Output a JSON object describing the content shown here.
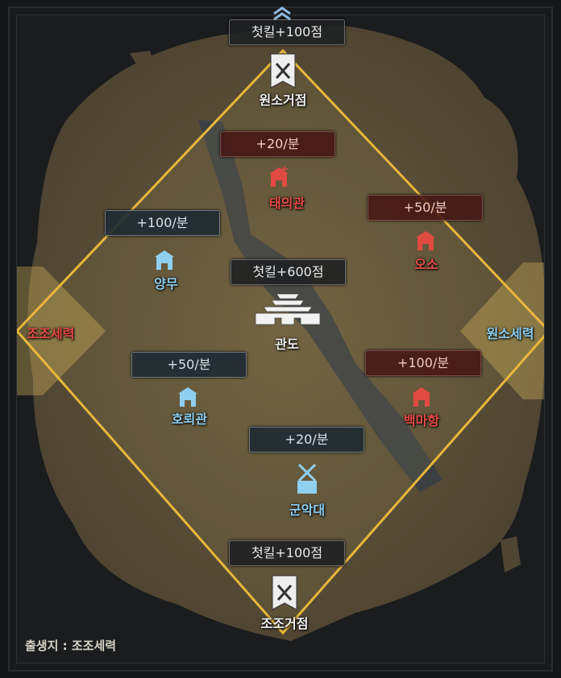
{
  "colors": {
    "gold": "#e8b83a",
    "red_text": "#e84a45",
    "blue_text": "#8fd0f0",
    "land": "#5e5136",
    "river": "#3a3e42"
  },
  "top_arrow": "chevron-up-icon",
  "banners": {
    "top_first_kill": "첫킬+100점",
    "center_first_kill": "첫킬+600점",
    "bottom_first_kill": "첫킬+100점",
    "taeuigwan_rate": "+20/분",
    "oso_rate": "+50/분",
    "baekmahang_rate": "+100/분",
    "yangmu_rate": "+100/분",
    "horoegwan_rate": "+50/분",
    "gunakdae_rate": "+20/분"
  },
  "places": {
    "wonso_base": "원소거점",
    "taeuigwan": "태의관",
    "yangmu": "양무",
    "oso": "오소",
    "gwando": "관도",
    "jojo_faction": "조조세력",
    "wonso_faction": "원소세력",
    "horoegwan": "호뢰관",
    "baekmahang": "백마항",
    "gunakdae": "군악대",
    "jojo_base": "조조거점"
  },
  "footer": "출생지 : 조조세력"
}
